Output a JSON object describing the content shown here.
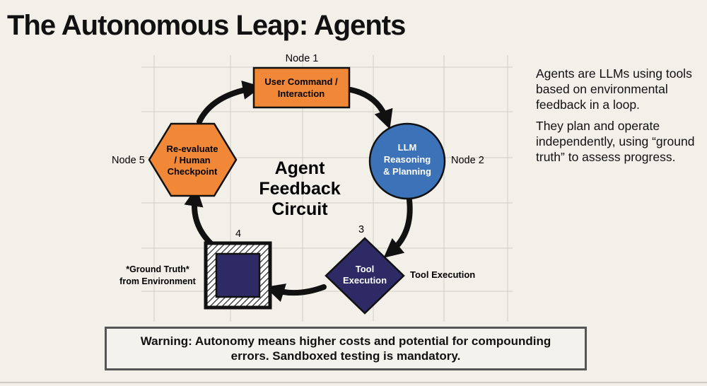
{
  "title": "The Autonomous Leap: Agents",
  "description": {
    "paragraph_1": "Agents are LLMs using tools based on environmental feedback in a loop.",
    "paragraph_2": "They plan and operate independently, using “ground truth” to assess progress."
  },
  "diagram": {
    "center_label": [
      "Agent",
      "Feedback",
      "Circuit"
    ],
    "nodes": [
      {
        "id": "node-1",
        "caption": "Node 1",
        "lines": [
          "User Command /",
          "Interaction"
        ],
        "color": "#f08838",
        "shape": "rectangle"
      },
      {
        "id": "node-2",
        "caption": "Node 2",
        "lines": [
          "LLM",
          "Reasoning",
          "& Planning"
        ],
        "color": "#3b72b8",
        "shape": "circle"
      },
      {
        "id": "node-3",
        "caption": "3",
        "side_label": "Tool Execution",
        "lines": [
          "Tool",
          "Execution"
        ],
        "color": "#2d2a66",
        "shape": "diamond"
      },
      {
        "id": "node-4",
        "caption": "4",
        "side_label": [
          "*Ground Truth*",
          "from Environment"
        ],
        "color": "#2d2a66",
        "shape": "square"
      },
      {
        "id": "node-5",
        "caption": "Node 5",
        "lines": [
          "Re-evaluate",
          "/ Human",
          "Checkpoint"
        ],
        "color": "#f08838",
        "shape": "hexagon"
      }
    ]
  },
  "warning": "Warning: Autonomy means higher costs and potential for compounding errors. Sandboxed testing is mandatory."
}
